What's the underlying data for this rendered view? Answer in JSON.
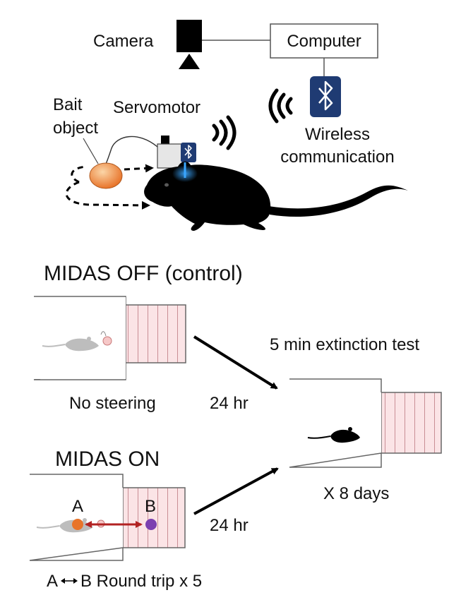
{
  "setup": {
    "camera_label": "Camera",
    "computer_label": "Computer",
    "wireless_label_line1": "Wireless",
    "wireless_label_line2": "communication",
    "bait_label_line1": "Bait",
    "bait_label_line2": "object",
    "servomotor_label": "Servomotor"
  },
  "midas_off": {
    "title": "MIDAS OFF (control)",
    "caption": "No steering",
    "delay": "24 hr"
  },
  "midas_on": {
    "title": "MIDAS ON",
    "point_a": "A",
    "point_b": "B",
    "caption_a": "A",
    "caption_b": "B Round trip x 5",
    "delay": "24 hr"
  },
  "test": {
    "title": "5 min extinction test",
    "repeat": "X 8 days"
  },
  "colors": {
    "bluetooth_bg": "#1f3b73",
    "bait_orange": "#e8742a",
    "chamber_pink": "#fbe4e6",
    "point_b_purple": "#7b3fb0",
    "round_trip_arrow": "#b22222",
    "glow_blue": "#3aa6ff"
  }
}
